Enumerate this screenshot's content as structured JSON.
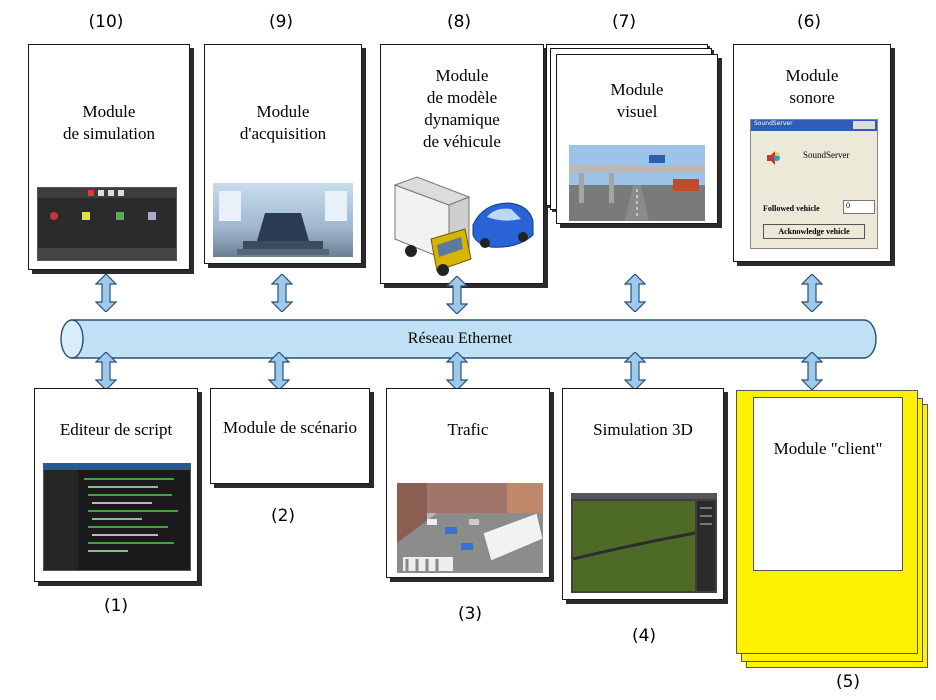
{
  "modules": {
    "m10": {
      "num": "(10)",
      "lines": [
        "Module",
        "de simulation"
      ]
    },
    "m9": {
      "num": "(9)",
      "lines": [
        "Module",
        "d'acquisition"
      ]
    },
    "m8": {
      "num": "(8)",
      "lines": [
        "Module",
        "de modèle",
        "dynamique",
        "de véhicule"
      ]
    },
    "m7": {
      "num": "(7)",
      "lines": [
        "Module",
        "visuel"
      ]
    },
    "m6": {
      "num": "(6)",
      "lines": [
        "Module",
        "sonore"
      ]
    },
    "m1": {
      "num": "(1)",
      "lines": [
        "Editeur de script"
      ]
    },
    "m2": {
      "num": "(2)",
      "lines": [
        "Module de scénario"
      ]
    },
    "m3": {
      "num": "(3)",
      "lines": [
        "Trafic"
      ]
    },
    "m4": {
      "num": "(4)",
      "lines": [
        "Simulation 3D"
      ]
    },
    "m5": {
      "num": "(5)",
      "lines": [
        "Module \"client\""
      ]
    }
  },
  "network": {
    "label": "Réseau Ethernet"
  },
  "sound_window": {
    "title": "SoundServer",
    "app_name": "SoundServer",
    "field_label": "Followed vehicle",
    "field_value": "0",
    "button": "Acknowledge vehicle"
  },
  "colors": {
    "pipe": "#bfe0f5",
    "arrow": "#9cc9ec",
    "client": "#fff200"
  }
}
